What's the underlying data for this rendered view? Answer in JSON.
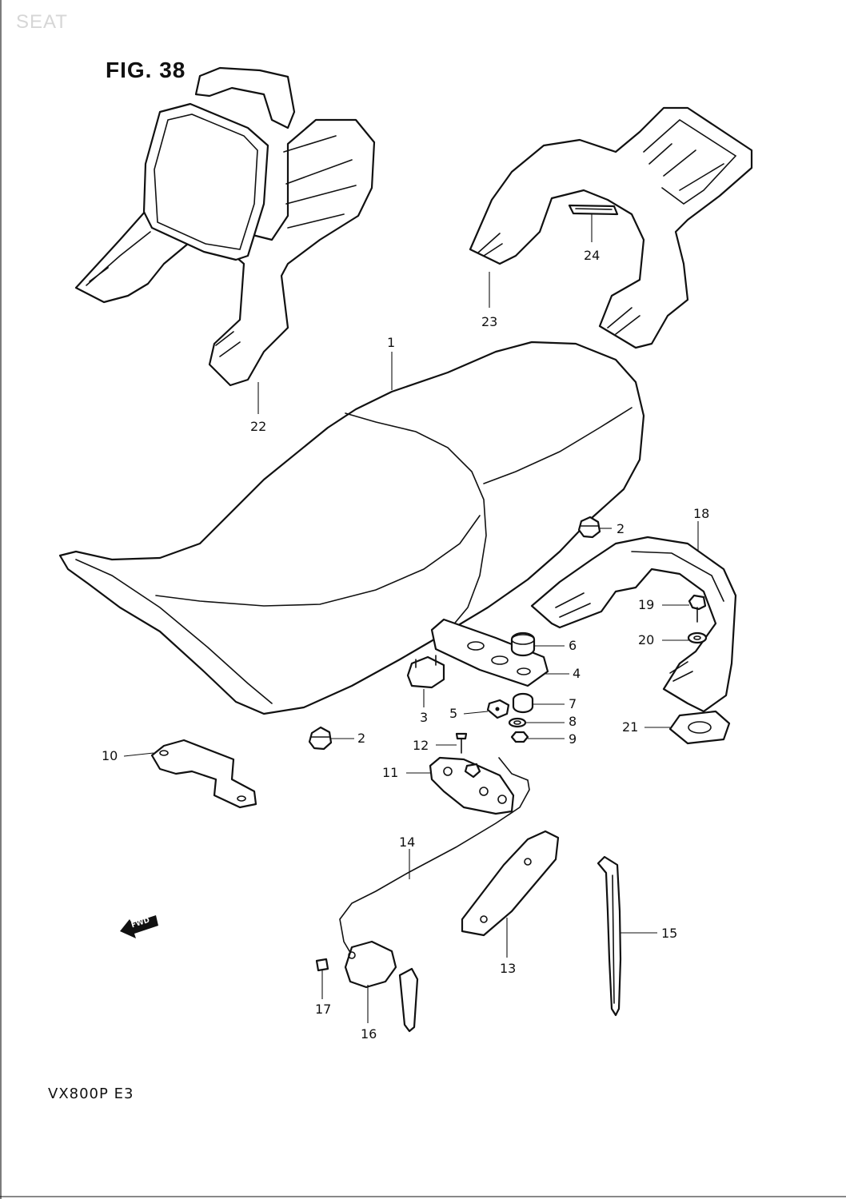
{
  "header": {
    "section": "SEAT",
    "figure": "FIG. 38"
  },
  "footer": {
    "model": "VX800P  E3"
  },
  "direction_mark": {
    "label": "FWD"
  },
  "callouts": [
    {
      "id": "c1",
      "text": "1"
    },
    {
      "id": "c2a",
      "text": "2"
    },
    {
      "id": "c2b",
      "text": "2"
    },
    {
      "id": "c3",
      "text": "3"
    },
    {
      "id": "c4",
      "text": "4"
    },
    {
      "id": "c5",
      "text": "5"
    },
    {
      "id": "c6",
      "text": "6"
    },
    {
      "id": "c7",
      "text": "7"
    },
    {
      "id": "c8",
      "text": "8"
    },
    {
      "id": "c9",
      "text": "9"
    },
    {
      "id": "c10",
      "text": "10"
    },
    {
      "id": "c11",
      "text": "11"
    },
    {
      "id": "c12",
      "text": "12"
    },
    {
      "id": "c13",
      "text": "13"
    },
    {
      "id": "c14",
      "text": "14"
    },
    {
      "id": "c15",
      "text": "15"
    },
    {
      "id": "c16",
      "text": "16"
    },
    {
      "id": "c17",
      "text": "17"
    },
    {
      "id": "c18",
      "text": "18"
    },
    {
      "id": "c19",
      "text": "19"
    },
    {
      "id": "c20",
      "text": "20"
    },
    {
      "id": "c21",
      "text": "21"
    },
    {
      "id": "c22",
      "text": "22"
    },
    {
      "id": "c23",
      "text": "23"
    },
    {
      "id": "c24",
      "text": "24"
    }
  ]
}
